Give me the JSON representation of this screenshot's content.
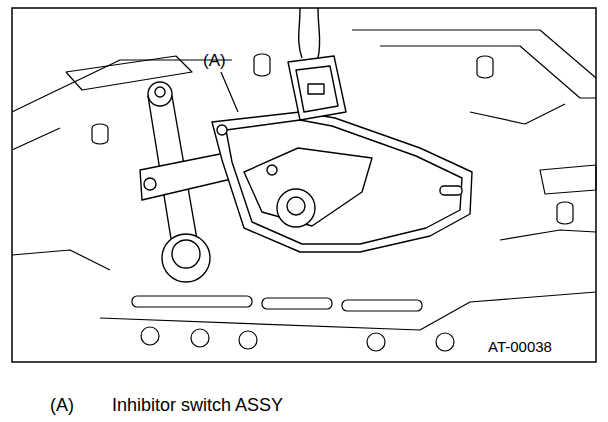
{
  "diagram": {
    "labels": [
      "(A)",
      "AT-00038",
      "(A)",
      "Inhibitor switch ASSY"
    ]
  }
}
